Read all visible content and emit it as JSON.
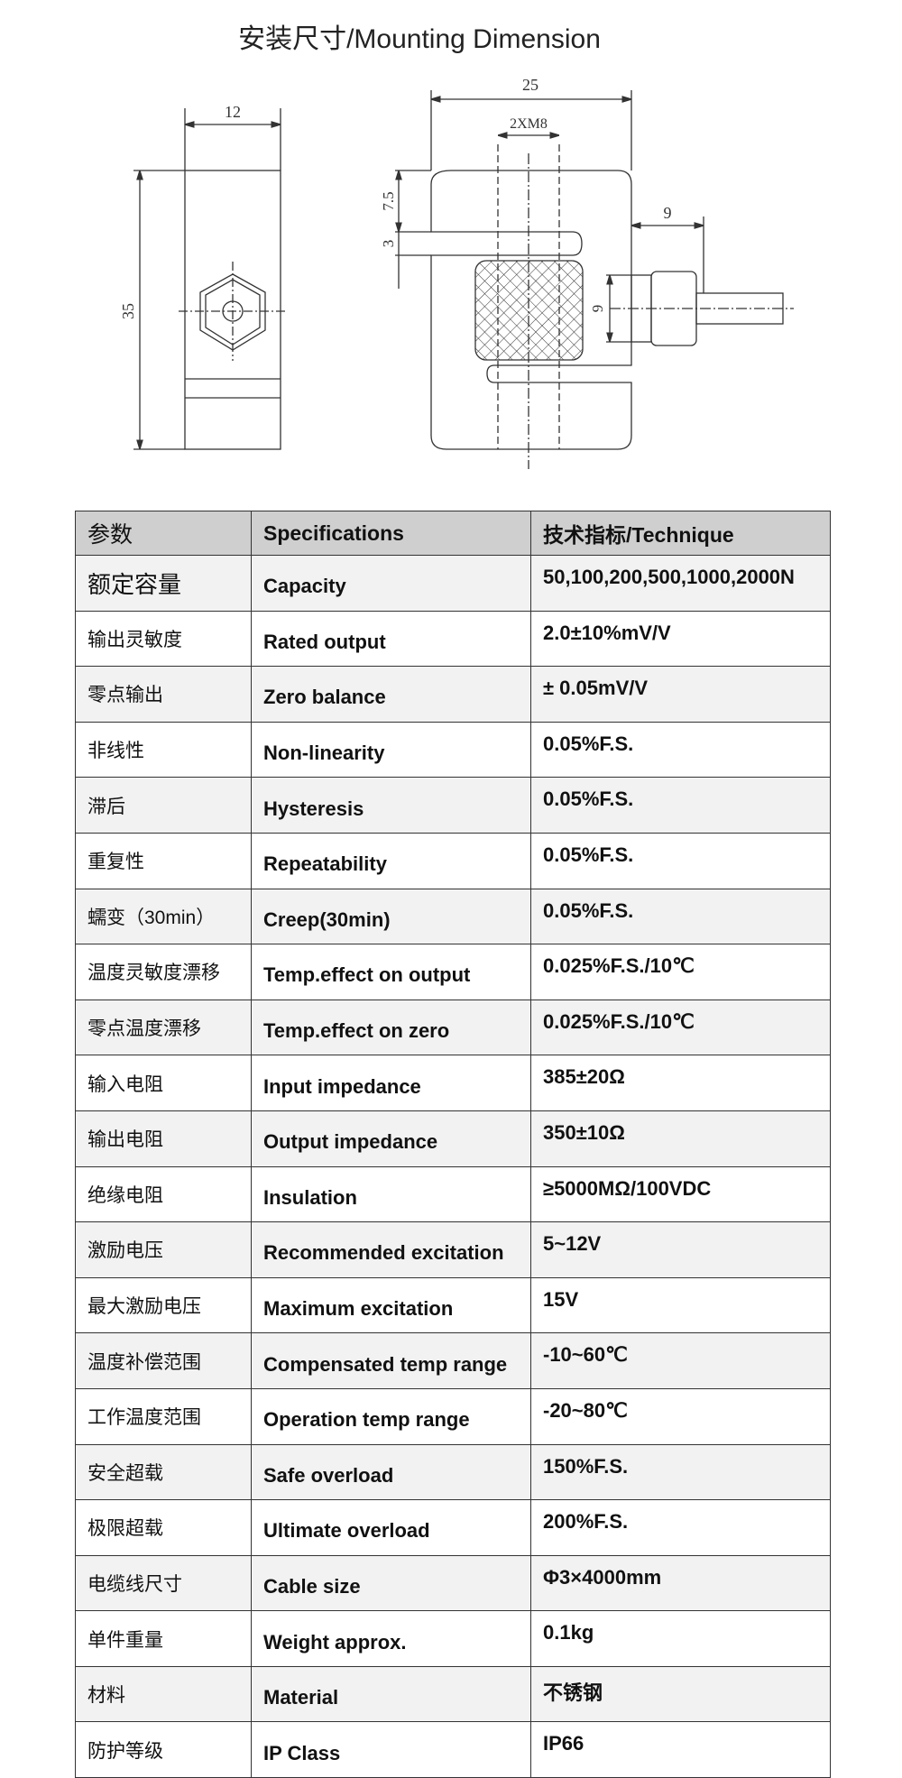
{
  "title": "安装尺寸/Mounting Dimension",
  "drawing": {
    "dim_width_side": "12",
    "dim_height": "35",
    "dim_width_front": "25",
    "thread": "2XM8",
    "dim_top": "7.5",
    "dim_slot": "3",
    "dim_cable_len": "9",
    "dim_cable_dia": "9"
  },
  "table": {
    "headers": [
      "参数",
      "Specifications",
      "技术指标/Technique"
    ],
    "rows": [
      [
        "额定容量",
        "Capacity",
        "50,100,200,500,1000,2000N"
      ],
      [
        "输出灵敏度",
        "Rated output",
        "2.0±10%mV/V"
      ],
      [
        "零点输出",
        "Zero balance",
        "± 0.05mV/V"
      ],
      [
        "非线性",
        "Non-linearity",
        "0.05%F.S."
      ],
      [
        "滞后",
        "Hysteresis",
        "0.05%F.S."
      ],
      [
        "重复性",
        "Repeatability",
        "0.05%F.S."
      ],
      [
        "蠕变（30min）",
        "Creep(30min)",
        "0.05%F.S."
      ],
      [
        "温度灵敏度漂移",
        "Temp.effect on output",
        "0.025%F.S./10℃"
      ],
      [
        "零点温度漂移",
        "Temp.effect on zero",
        "0.025%F.S./10℃"
      ],
      [
        "输入电阻",
        "Input impedance",
        "385±20Ω"
      ],
      [
        "输出电阻",
        "Output impedance",
        "350±10Ω"
      ],
      [
        "绝缘电阻",
        "Insulation",
        "≥5000MΩ/100VDC"
      ],
      [
        "激励电压",
        "Recommended excitation",
        "5~12V"
      ],
      [
        "最大激励电压",
        "Maximum excitation",
        "15V"
      ],
      [
        "温度补偿范围",
        "Compensated temp range",
        "-10~60℃"
      ],
      [
        "工作温度范围",
        "Operation temp range",
        "-20~80℃"
      ],
      [
        "安全超载",
        "Safe overload",
        "150%F.S."
      ],
      [
        "极限超载",
        "Ultimate overload",
        "200%F.S."
      ],
      [
        "电缆线尺寸",
        "Cable size",
        "Φ3×4000mm"
      ],
      [
        "单件重量",
        "Weight approx.",
        "0.1kg"
      ],
      [
        "材料",
        "Material",
        "不锈钢"
      ],
      [
        "防护等级",
        "IP Class",
        "IP66"
      ]
    ]
  }
}
